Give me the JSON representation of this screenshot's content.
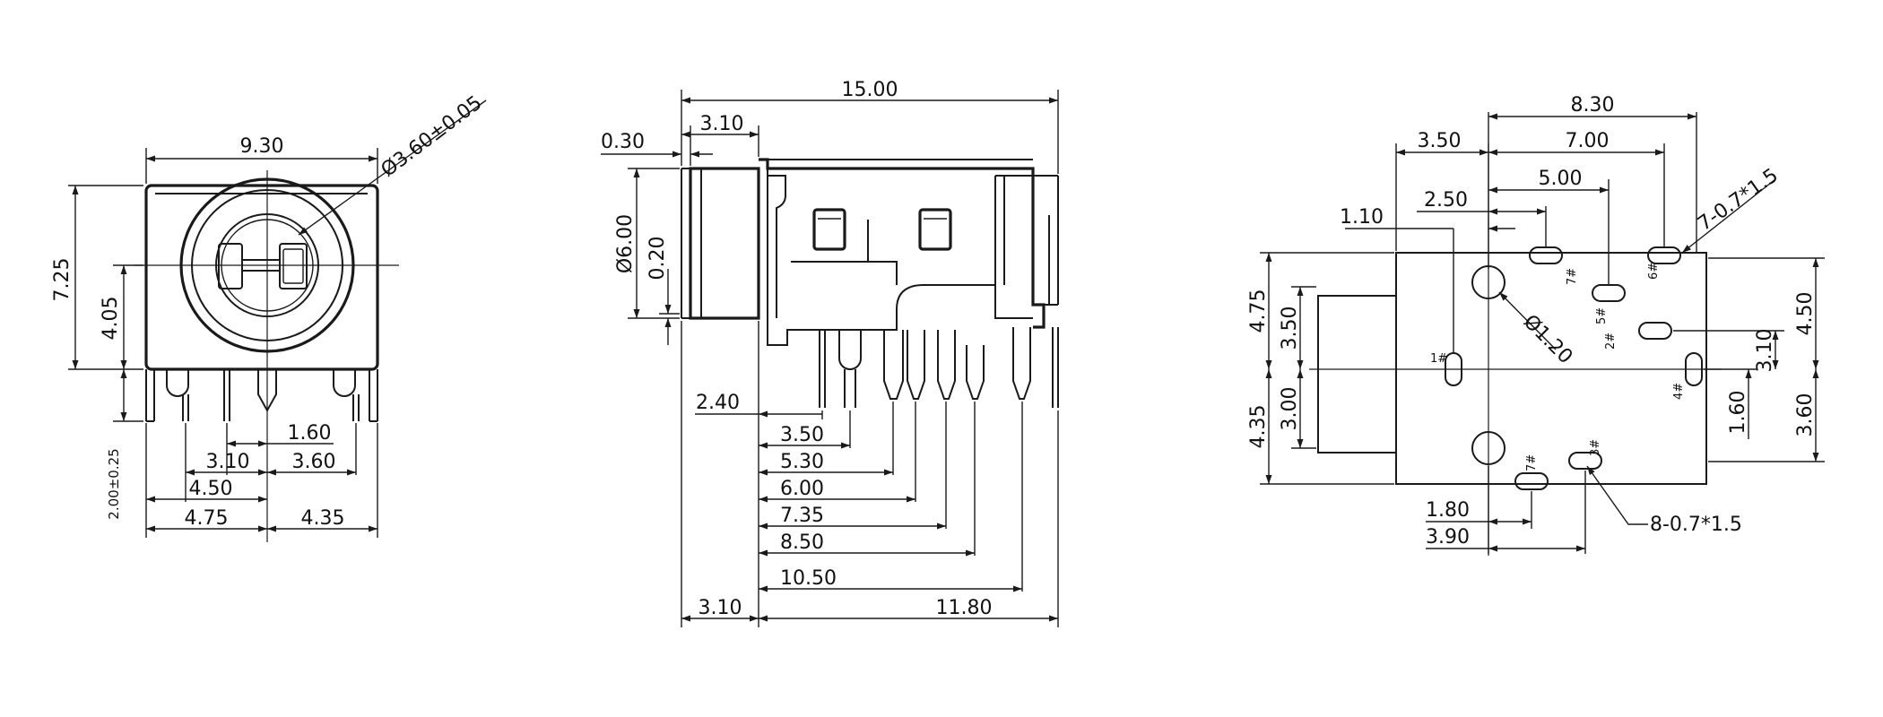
{
  "front_view": {
    "width_top": "9.30",
    "hole_dia": "Ø3.60±0.05",
    "height": "7.25",
    "center_height": "4.05",
    "pin_height": "2.00±0.25",
    "pin_1_60": "1.60",
    "pin_3_10": "3.10",
    "pin_3_60": "3.60",
    "pin_4_50": "4.50",
    "pin_4_75": "4.75",
    "pin_4_35": "4.35"
  },
  "side_view": {
    "overall_length": "15.00",
    "offset_0_30": "0.30",
    "nose_3_10": "3.10",
    "nose_dia": "Ø6.00",
    "tab_0_20": "0.20",
    "pin_2_40": "2.40",
    "pin_3_50": "3.50",
    "pin_5_30": "5.30",
    "pin_6_00": "6.00",
    "pin_7_35": "7.35",
    "pin_8_50": "8.50",
    "pin_10_50": "10.50",
    "bottom_3_10": "3.10",
    "bottom_11_80": "11.80"
  },
  "footprint": {
    "d_8_30": "8.30",
    "d_3_50": "3.50",
    "d_7_00": "7.00",
    "d_5_00": "5.00",
    "d_2_50": "2.50",
    "d_1_10": "1.10",
    "slot_note_top": "7-0.7*1.5",
    "left_4_75": "4.75",
    "left_3_50": "3.50",
    "left_3_00": "3.00",
    "left_4_35": "4.35",
    "hole_dia": "Ø1.20",
    "right_4_50": "4.50",
    "right_3_10": "3.10",
    "right_1_60": "1.60",
    "right_3_60": "3.60",
    "bottom_1_80": "1.80",
    "bottom_3_90": "3.90",
    "slot_note_bottom": "8-0.7*1.5",
    "pin_labels": {
      "p1": "1#",
      "p2": "2#",
      "p3": "3#",
      "p4": "4#",
      "p5": "5#",
      "p6": "6#",
      "p7a": "7#",
      "p7b": "7#"
    }
  }
}
